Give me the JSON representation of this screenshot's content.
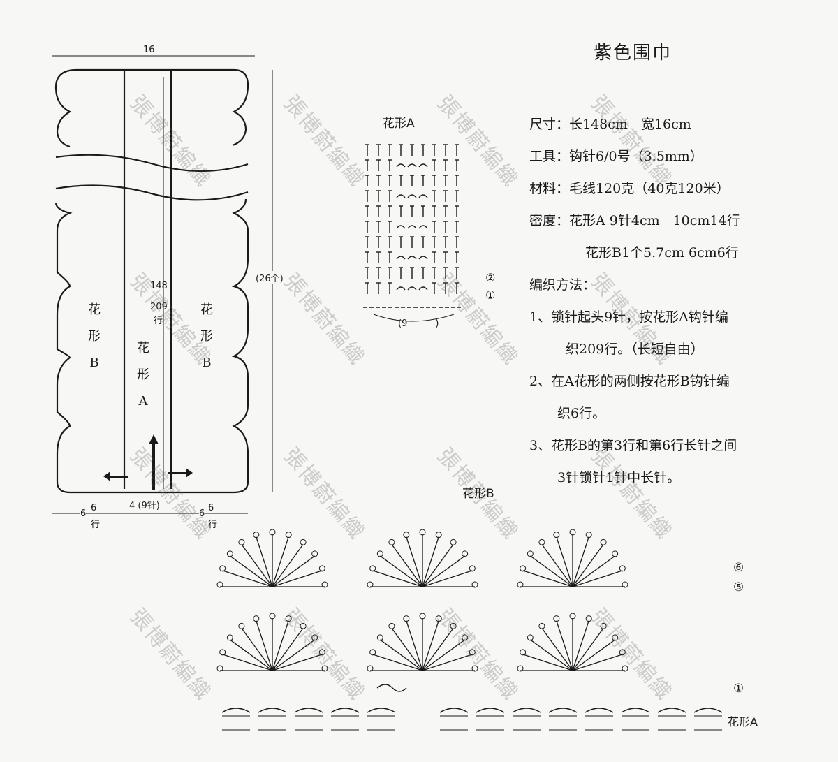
{
  "title": "紫色围巾",
  "specs": {
    "size": "尺寸：长148cm　宽16cm",
    "tool": "工具：钩针6/0号（3.5mm）",
    "material": "材料：毛线120克（40克120米）",
    "gauge_a": "密度：花形A 9针4cm　10cm14行",
    "gauge_b": "花形B1个5.7cm 6cm6行",
    "method_title": "编织方法：",
    "step1_a": "1、锁针起头9针，按花形A钩针编",
    "step1_b": "织209行。（长短自由）",
    "step2_a": "2、在A花形的两侧按花形B钩针编",
    "step2_b": "织6行。",
    "step3_a": "3、花形B的第3行和第6行长针之间",
    "step3_b": "3针锁针1针中长针。"
  },
  "diagram": {
    "width_top": "16",
    "repeat_count": "(26个)",
    "length": "148",
    "rows": "209",
    "rows_unit": "行",
    "bottom_left": "6",
    "bottom_left_rows": "6",
    "bottom_left_rows_unit": "行",
    "bottom_center": "4 (9针)",
    "bottom_right": "6",
    "bottom_right_rows": "6",
    "bottom_right_rows_unit": "行",
    "pattern_b_left": [
      "花",
      "形",
      "B"
    ],
    "pattern_a_center": [
      "花",
      "形",
      "A"
    ],
    "pattern_b_right": [
      "花",
      "形",
      "B"
    ]
  },
  "chart_a": {
    "label": "花形A",
    "foundation": "(9",
    "foundation_close": ")",
    "row2": "②",
    "row1": "①"
  },
  "chart_b": {
    "label": "花形B",
    "row6": "⑥",
    "row5": "⑤",
    "row1": "①",
    "bottom_label": "花形A"
  },
  "watermark": "張博蔚編織",
  "colors": {
    "ink": "#1a1a1a",
    "paper": "#f7f7f5"
  }
}
